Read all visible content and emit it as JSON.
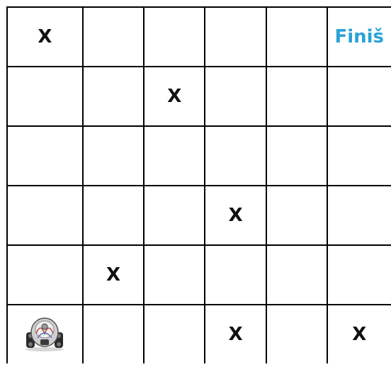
{
  "rows": [
    [
      "X",
      "",
      "",
      "",
      "",
      "Finiš"
    ],
    [
      "",
      "",
      "X",
      "",
      "",
      ""
    ],
    [
      "",
      "",
      "",
      "",
      "",
      ""
    ],
    [
      "",
      "",
      "",
      "X",
      "",
      ""
    ],
    [
      "",
      "X",
      "",
      "",
      "",
      ""
    ],
    [
      "",
      "",
      "",
      "X",
      "",
      "X"
    ]
  ],
  "finish_color": "#29a3d6",
  "robot_icon": "robot-icon",
  "robot_position": {
    "row": 6,
    "column": 1
  }
}
